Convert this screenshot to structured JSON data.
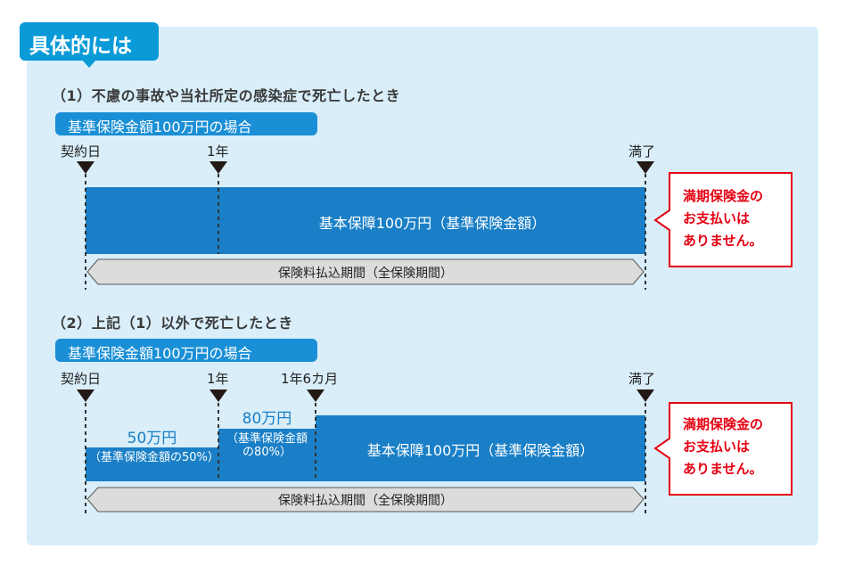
{
  "tag": "具体的には",
  "colors": {
    "panel": "#d9eef9",
    "tag": "#0a9ad8",
    "bar": "#1a7fc6",
    "callout": "#e50012",
    "band": "#dcdcdc"
  },
  "case1": {
    "heading": "（1）不慮の事故や当社所定の感染症で死亡したとき",
    "pill": "基準保険金額100万円の場合",
    "milestones": [
      "契約日",
      "1年",
      "満了"
    ],
    "bar_label": "基本保障100万円（基準保険金額）",
    "band_label": "保険料払込期間（全保険期間）",
    "callout": [
      "満期保険金の",
      "お支払いは",
      "ありません。"
    ]
  },
  "case2": {
    "heading": "（2）上記（1）以外で死亡したとき",
    "pill": "基準保険金額100万円の場合",
    "milestones": [
      "契約日",
      "1年",
      "1年6カ月",
      "満了"
    ],
    "seg1_amount": "50万円",
    "seg1_note": "（基準保険金額の50%）",
    "seg2_amount": "80万円",
    "seg2_note": "（基準保険金額の80%）",
    "bar_label": "基本保障100万円（基準保険金額）",
    "band_label": "保険料払込期間（全保険期間）",
    "callout": [
      "満期保険金の",
      "お支払いは",
      "ありません。"
    ]
  }
}
